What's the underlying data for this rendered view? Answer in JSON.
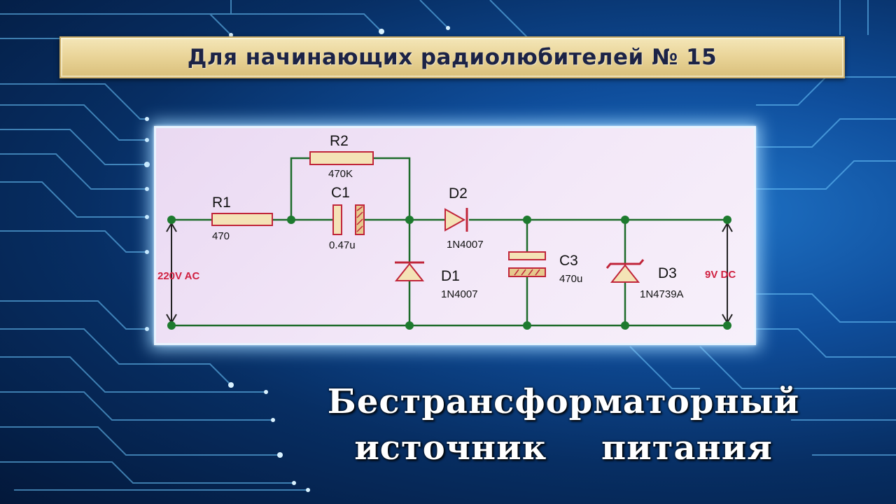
{
  "banner": {
    "title": "Для начинающих радиолюбителей № 15"
  },
  "schematic": {
    "components": {
      "R1": {
        "name": "R1",
        "value": "470"
      },
      "R2": {
        "name": "R2",
        "value": "470K"
      },
      "C1": {
        "name": "C1",
        "value": "0.47u"
      },
      "C3": {
        "name": "C3",
        "value": "470u"
      },
      "D1": {
        "name": "D1",
        "value": "1N4007"
      },
      "D2": {
        "name": "D2",
        "value": "1N4007"
      },
      "D3": {
        "name": "D3",
        "value": "1N4739A"
      }
    },
    "input_label": "220V AC",
    "output_label": "9V DC",
    "colors": {
      "wire": "#1d6b2a",
      "node": "#1d7a2e",
      "component_fill": "#f4e3b6",
      "component_stroke": "#c0253a",
      "voltage_label": "#d02040",
      "arrow": "#222222"
    }
  },
  "subtitle": {
    "line1": "Бестрансформаторный",
    "line2": "источник питания"
  },
  "colors": {
    "banner_text": "#1c2346",
    "subtitle_text": "#ffffff",
    "background": "#0b3b7a"
  }
}
